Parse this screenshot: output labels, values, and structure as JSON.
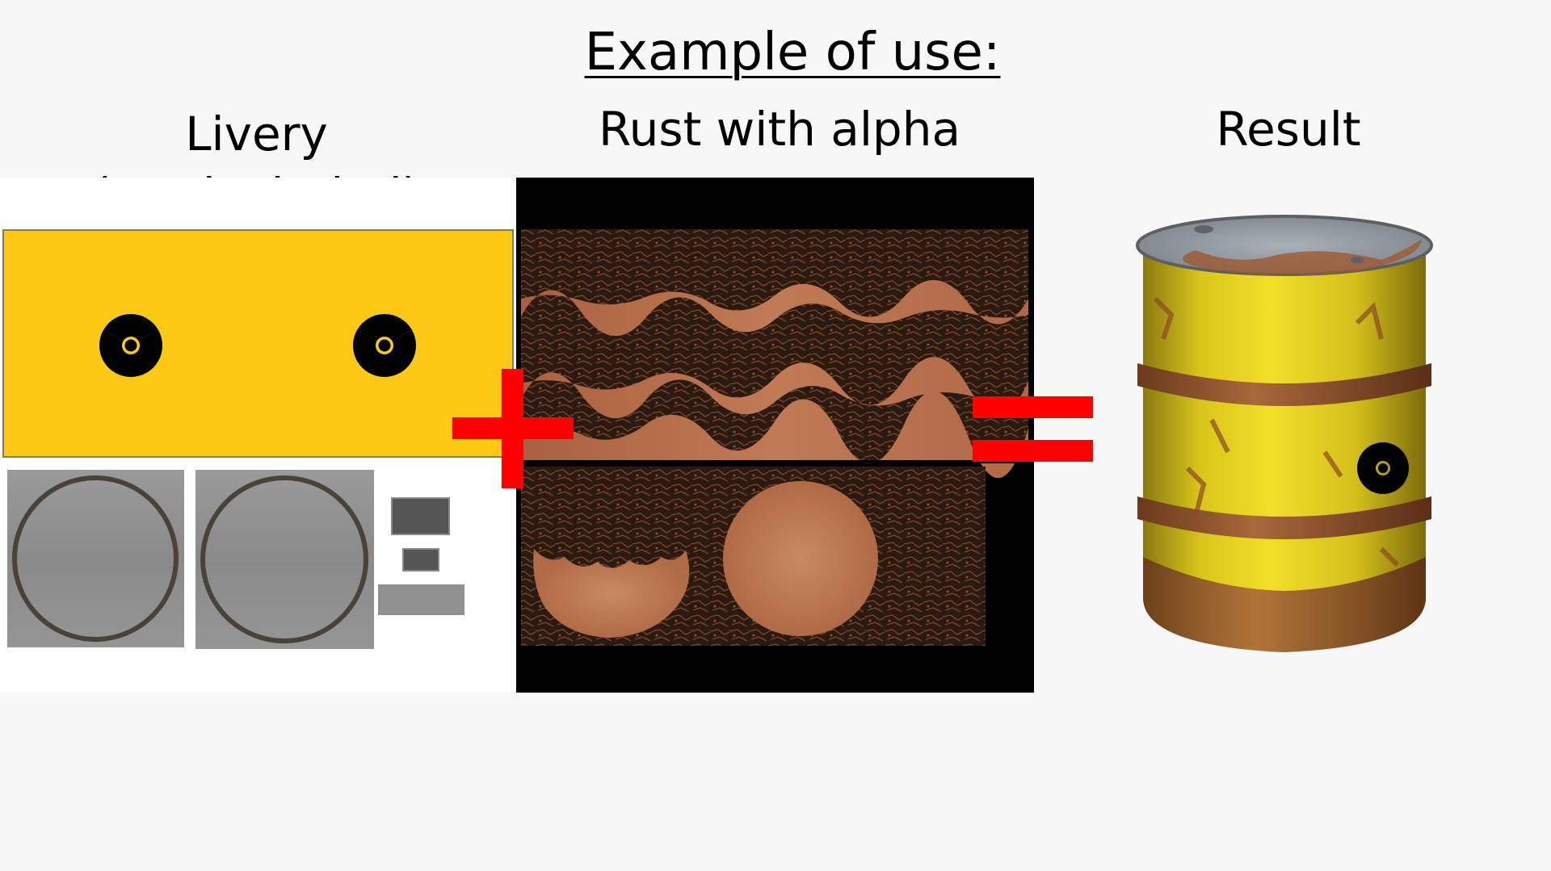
{
  "page": {
    "title": "Example of use:",
    "background": "#f7f7f7"
  },
  "columns": [
    {
      "key": "livery",
      "heading_line1": "Livery",
      "heading_line2": "(not included)"
    },
    {
      "key": "rust",
      "heading": "Rust with alpha"
    },
    {
      "key": "result",
      "heading": "Result"
    }
  ],
  "operators": {
    "plus": "+",
    "equals": "="
  },
  "colors": {
    "livery_yellow": "#fdc914",
    "rust_brown": "#b46a45",
    "rust_dark": "#2a1a12",
    "operator_red": "#ff0000",
    "metal_grey": "#8e8e8e",
    "barrel_yellow": "#e8d21c"
  },
  "icons": [
    "radiation-icon",
    "plus-icon",
    "equals-icon",
    "barrel-icon"
  ]
}
